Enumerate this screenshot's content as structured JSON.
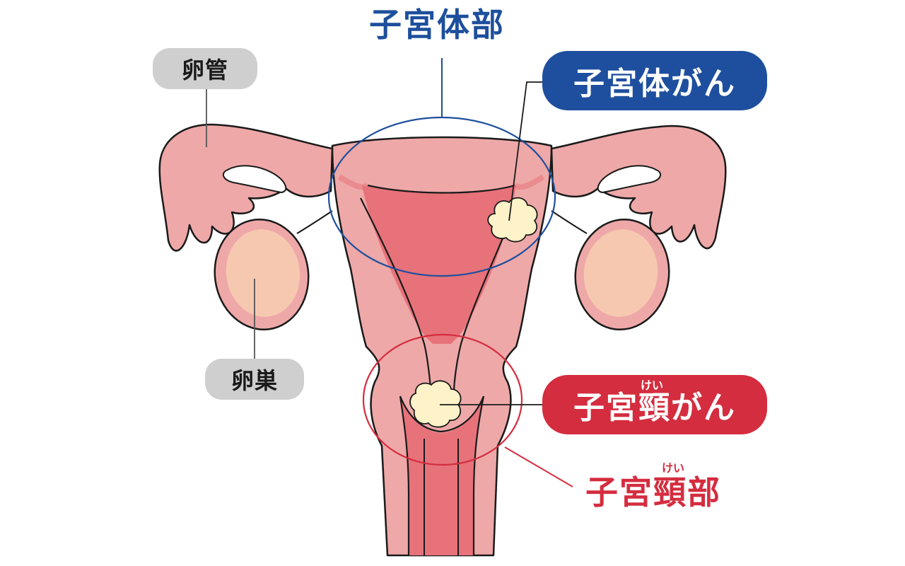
{
  "labels": {
    "uterine_body": "子宮体部",
    "fallopian_tube": "卵管",
    "ovary": "卵巣",
    "uterine_body_cancer": "子宮体がん",
    "cervical_cancer": "子宮頸がん",
    "cervical_cancer_ruby": "けい",
    "cervix": "子宮頸部",
    "cervix_ruby": "けい"
  },
  "colors": {
    "body_blue": "#1e4f9e",
    "cervix_red": "#d42d3f",
    "gray_pill": "#cfcfcf",
    "tissue": "#eea8a8",
    "cavity": "#e7727a",
    "ovary_inner": "#f6c8b0",
    "tumor": "#fdf2c8"
  }
}
